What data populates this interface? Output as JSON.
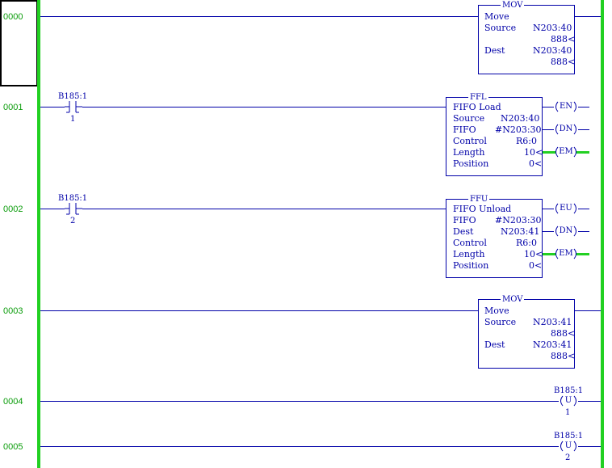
{
  "rungs": [
    {
      "number": "0000"
    },
    {
      "number": "0001"
    },
    {
      "number": "0002"
    },
    {
      "number": "0003"
    },
    {
      "number": "0004"
    },
    {
      "number": "0005"
    }
  ],
  "contacts": [
    {
      "address": "B185:1",
      "bit": "1"
    },
    {
      "address": "B185:1",
      "bit": "2"
    }
  ],
  "mov1": {
    "title": "MOV",
    "desc": "Move",
    "source_label": "Source",
    "source": "N203:40",
    "source_val": "888<",
    "dest_label": "Dest",
    "dest": "N203:40",
    "dest_val": "888<"
  },
  "ffl": {
    "title": "FFL",
    "desc": "FIFO Load",
    "source_label": "Source",
    "source": "N203:40",
    "fifo_label": "FIFO",
    "fifo": "#N203:30",
    "control_label": "Control",
    "control": "R6:0",
    "length_label": "Length",
    "length": "10<",
    "position_label": "Position",
    "position": "0<",
    "coils": [
      "EN",
      "DN",
      "EM"
    ]
  },
  "ffu": {
    "title": "FFU",
    "desc": "FIFO Unload",
    "fifo_label": "FIFO",
    "fifo": "#N203:30",
    "dest_label": "Dest",
    "dest": "N203:41",
    "control_label": "Control",
    "control": "R6:0",
    "length_label": "Length",
    "length": "10<",
    "position_label": "Position",
    "position": "0<",
    "coils": [
      "EU",
      "DN",
      "EM"
    ]
  },
  "mov2": {
    "title": "MOV",
    "desc": "Move",
    "source_label": "Source",
    "source": "N203:41",
    "source_val": "888<",
    "dest_label": "Dest",
    "dest": "N203:41",
    "dest_val": "888<"
  },
  "otu": [
    {
      "address": "B185:1",
      "symbol": "U",
      "bit": "1"
    },
    {
      "address": "B185:1",
      "symbol": "U",
      "bit": "2"
    }
  ],
  "colors": {
    "rail": "#22d022",
    "wire": "#0000a8",
    "rung_number": "#0a9c0a",
    "energized": "#22d022"
  }
}
